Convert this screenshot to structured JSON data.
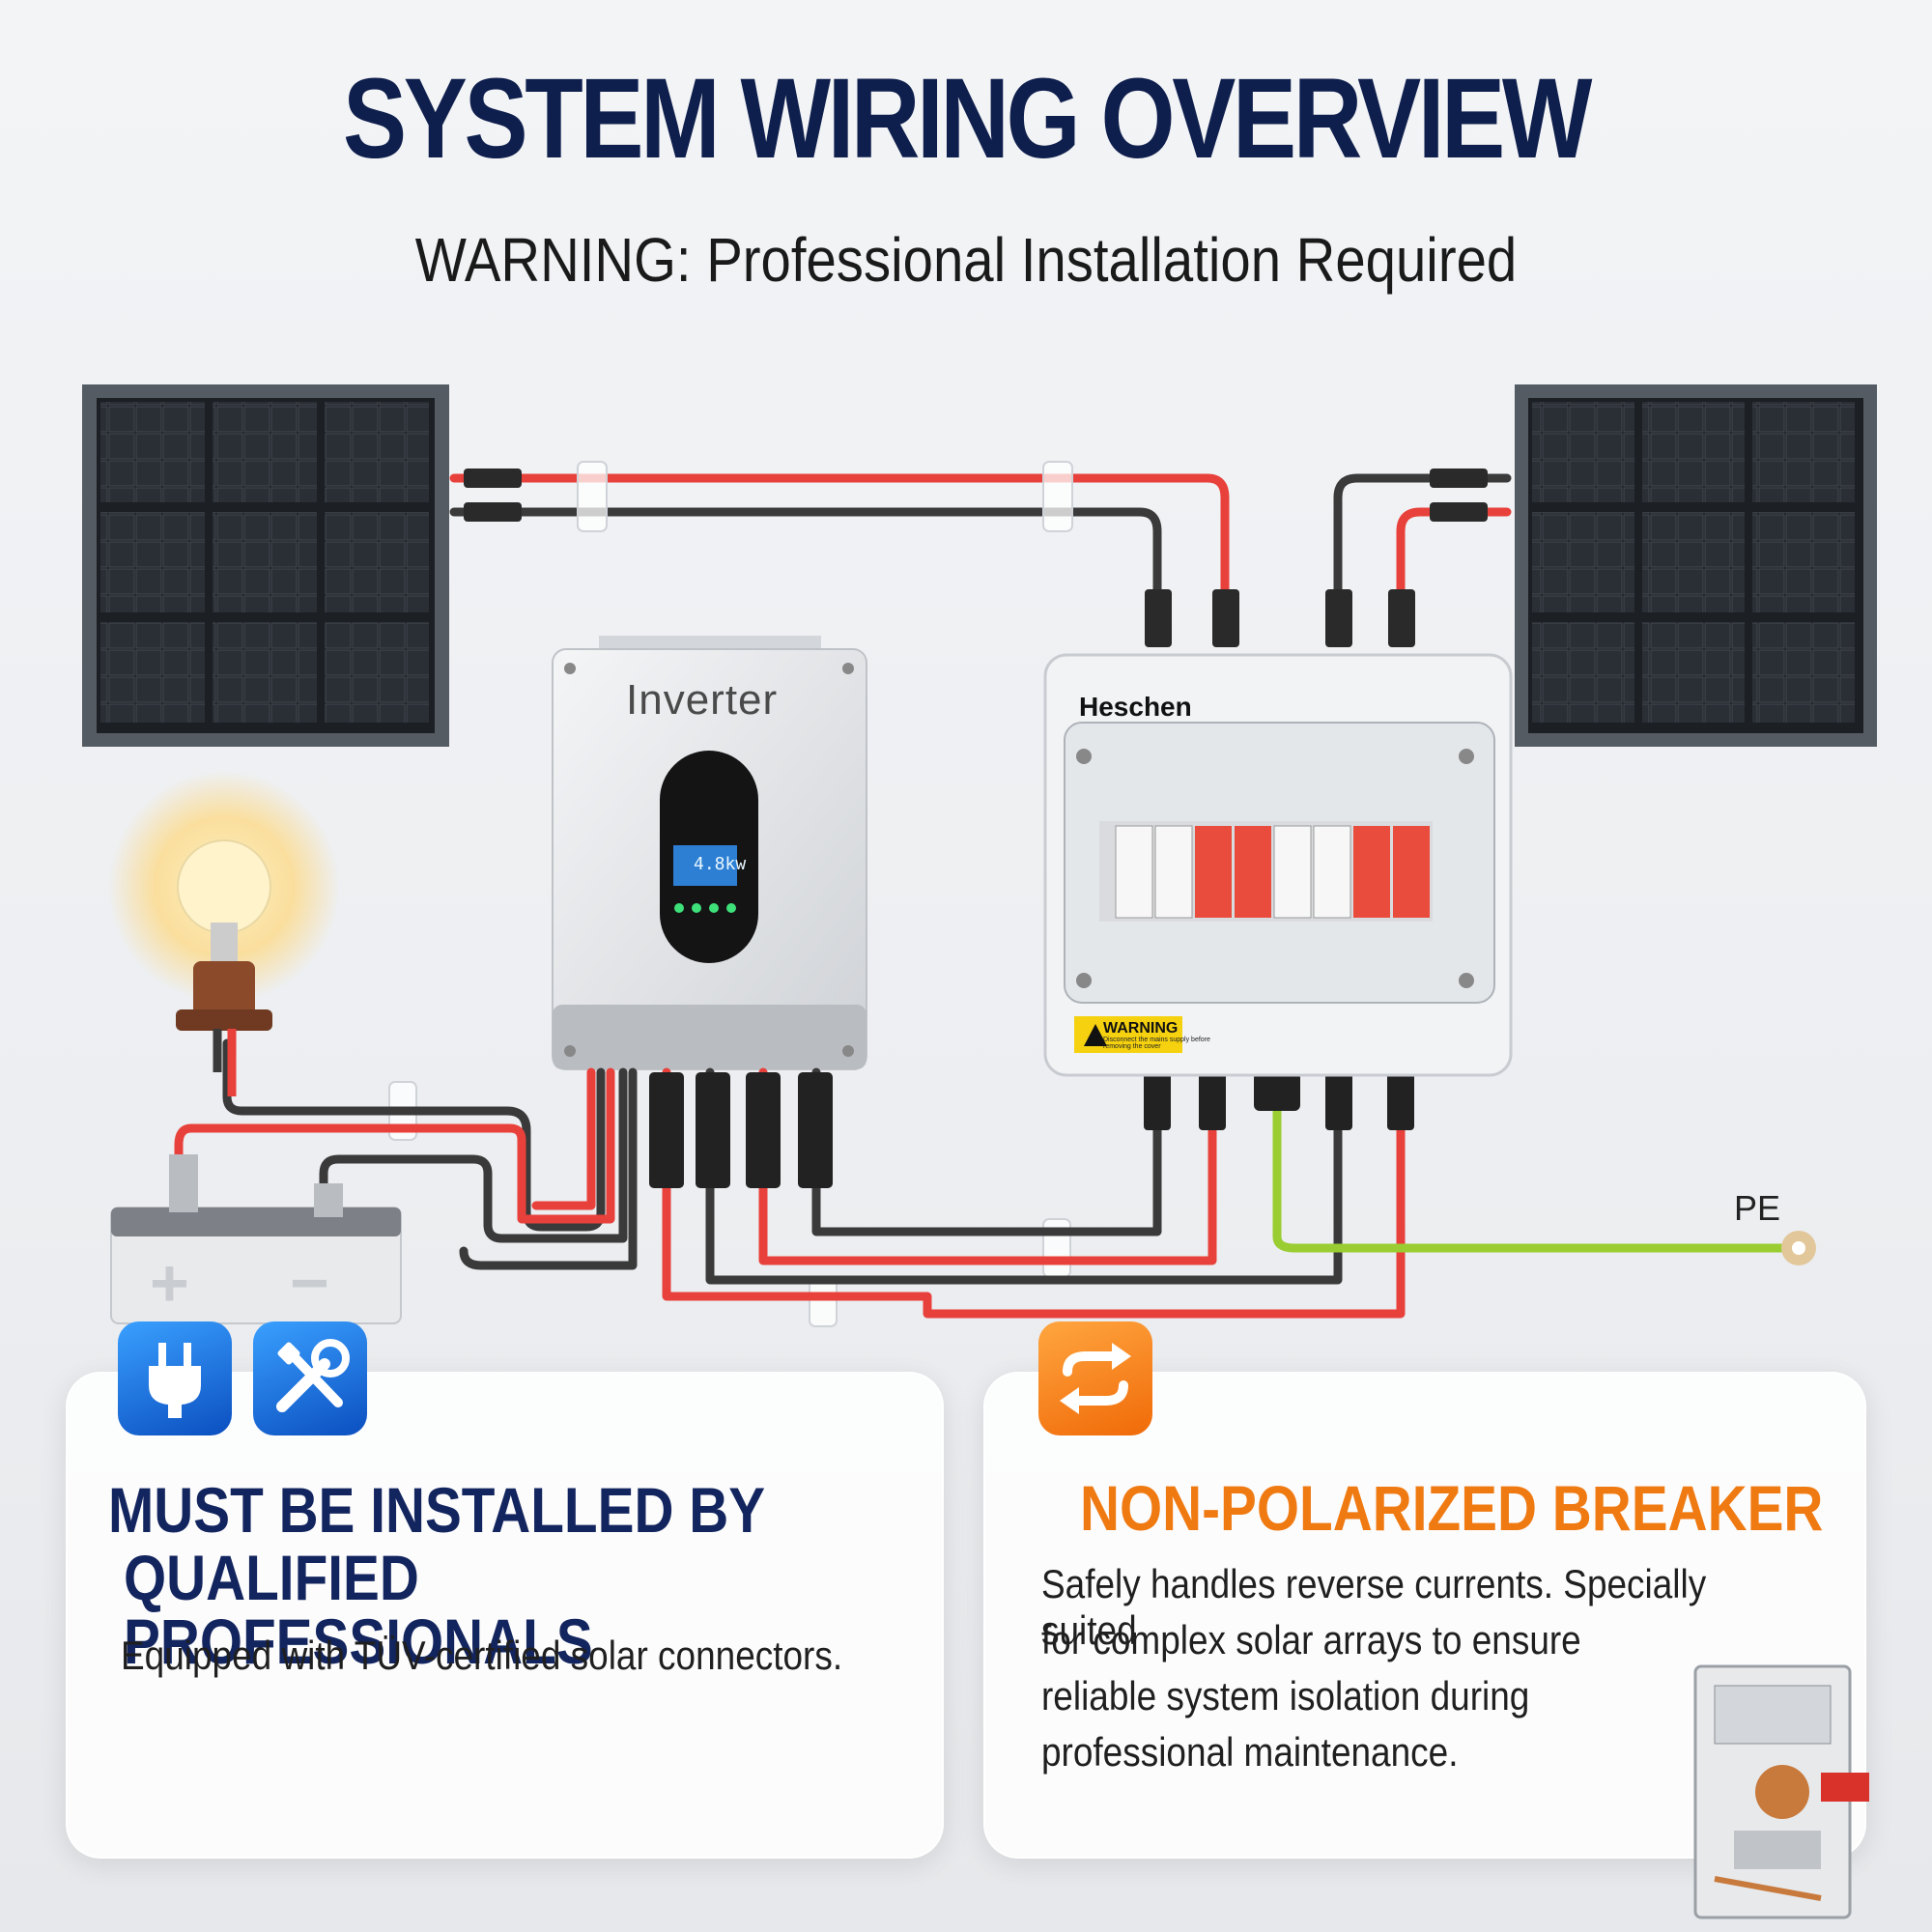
{
  "header": {
    "title": "SYSTEM WIRING OVERVIEW",
    "subtitle": "WARNING: Professional Installation Required"
  },
  "diagram": {
    "inverter_label": "Inverter",
    "combiner_brand": "Heschen",
    "combiner_warning": "WARNING",
    "combiner_warning_sub": "Disconnect the mains supply before removing the cover",
    "ground_label": "PE",
    "inverter_display": "4.8kw",
    "battery_terminals": [
      "+",
      "−"
    ]
  },
  "cards": {
    "left": {
      "heading_line1": "MUST BE INSTALLED BY",
      "heading_line2": "QUALIFIED PROFESSIONALS",
      "body": "Equipped with TÜV-certified solar connectors.",
      "icons": [
        "plug-icon",
        "tools-icon"
      ]
    },
    "right": {
      "heading": "NON-POLARIZED BREAKER",
      "body_lines": [
        "Safely handles reverse currents. Specially suited",
        "for complex solar arrays to ensure",
        "reliable system isolation during",
        "professional maintenance."
      ],
      "icons": [
        "swap-arrows-icon"
      ]
    }
  },
  "colors": {
    "title": "#0f1f4d",
    "accent_orange": "#f07a12",
    "wire_red": "#e8413b",
    "wire_black": "#3a3a3a",
    "wire_ground": "#9acd32"
  }
}
